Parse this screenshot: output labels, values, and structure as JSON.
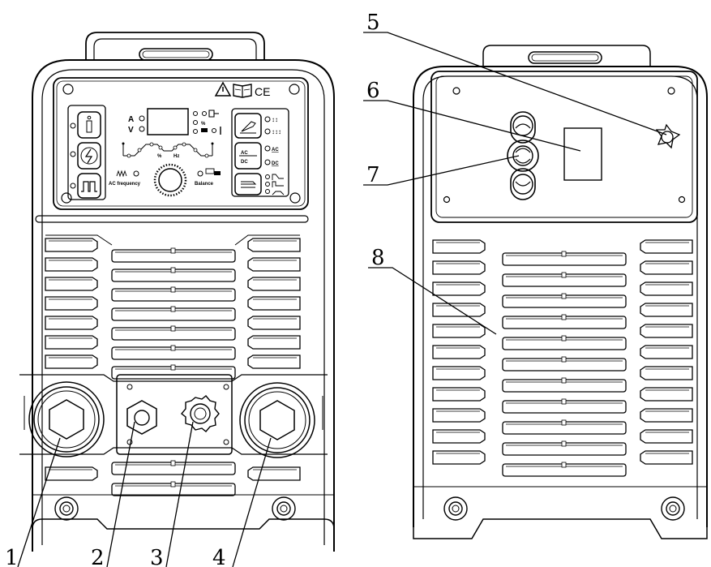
{
  "callouts": {
    "c1": "1",
    "c2": "2",
    "c3": "3",
    "c4": "4",
    "c5": "5",
    "c6": "6",
    "c7": "7",
    "c8": "8"
  },
  "panel": {
    "ammeter_label": "A",
    "voltmeter_label": "V",
    "ce_mark": "CE",
    "pct_label": "%",
    "hz_label": "Hz",
    "ac_top": "AC",
    "dc_bottom": "DC",
    "ac_option": "AC",
    "dc_option": "DC",
    "ac_frequency_label": "AC frequency",
    "balance_label": "Balance"
  },
  "colors": {
    "line": "#000000",
    "background": "#ffffff"
  }
}
